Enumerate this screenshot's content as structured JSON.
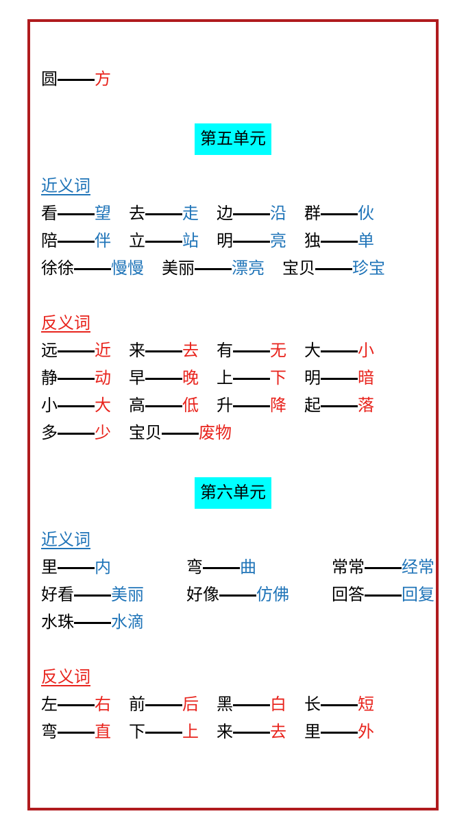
{
  "page": {
    "border_color": "#b01b1e",
    "background": "#ffffff",
    "dash_glyph": "——"
  },
  "colors": {
    "synonym": "#1f74b8",
    "antonym": "#e8231c",
    "highlight": "#00ffff",
    "text": "#000000"
  },
  "intro": {
    "pairs": [
      {
        "left": "圆",
        "right": "方",
        "type": "antonym"
      }
    ]
  },
  "units": [
    {
      "title": "第五单元",
      "title_highlight": "#00ffff",
      "groups": [
        {
          "heading": "近义词",
          "type": "synonym",
          "wide": false,
          "rows": [
            [
              {
                "left": "看",
                "right": "望"
              },
              {
                "left": "去",
                "right": "走"
              },
              {
                "left": "边",
                "right": "沿"
              },
              {
                "left": "群",
                "right": "伙"
              }
            ],
            [
              {
                "left": "陪",
                "right": "伴"
              },
              {
                "left": "立",
                "right": "站"
              },
              {
                "left": "明",
                "right": "亮"
              },
              {
                "left": "独",
                "right": "单"
              }
            ],
            [
              {
                "left": "徐徐",
                "right": "慢慢"
              },
              {
                "left": "美丽",
                "right": "漂亮"
              },
              {
                "left": "宝贝",
                "right": "珍宝"
              }
            ]
          ]
        },
        {
          "heading": "反义词",
          "type": "antonym",
          "wide": false,
          "rows": [
            [
              {
                "left": "远",
                "right": "近"
              },
              {
                "left": "来",
                "right": "去"
              },
              {
                "left": "有",
                "right": "无"
              },
              {
                "left": "大",
                "right": "小"
              }
            ],
            [
              {
                "left": "静",
                "right": "动"
              },
              {
                "left": "早",
                "right": "晚"
              },
              {
                "left": "上",
                "right": "下"
              },
              {
                "left": "明",
                "right": "暗"
              }
            ],
            [
              {
                "left": "小",
                "right": "大"
              },
              {
                "left": "高",
                "right": "低"
              },
              {
                "left": "升",
                "right": "降"
              },
              {
                "left": "起",
                "right": "落"
              }
            ],
            [
              {
                "left": "多",
                "right": "少"
              },
              {
                "left": "宝贝",
                "right": "废物"
              }
            ]
          ]
        }
      ]
    },
    {
      "title": "第六单元",
      "title_highlight": "#00ffff",
      "groups": [
        {
          "heading": "近义词",
          "type": "synonym",
          "wide": true,
          "rows": [
            [
              {
                "left": "里",
                "right": "内"
              },
              {
                "left": "弯",
                "right": "曲"
              },
              {
                "left": "常常",
                "right": "经常"
              }
            ],
            [
              {
                "left": "好看",
                "right": "美丽"
              },
              {
                "left": "好像",
                "right": "仿佛"
              },
              {
                "left": "回答",
                "right": "回复"
              }
            ],
            [
              {
                "left": "水珠",
                "right": "水滴"
              }
            ]
          ]
        },
        {
          "heading": "反义词",
          "type": "antonym",
          "wide": false,
          "rows": [
            [
              {
                "left": "左",
                "right": "右"
              },
              {
                "left": "前",
                "right": "后"
              },
              {
                "left": "黑",
                "right": "白"
              },
              {
                "left": "长",
                "right": "短"
              }
            ],
            [
              {
                "left": "弯",
                "right": "直"
              },
              {
                "left": "下",
                "right": "上"
              },
              {
                "left": "来",
                "right": "去"
              },
              {
                "left": "里",
                "right": "外"
              }
            ]
          ]
        }
      ]
    }
  ]
}
